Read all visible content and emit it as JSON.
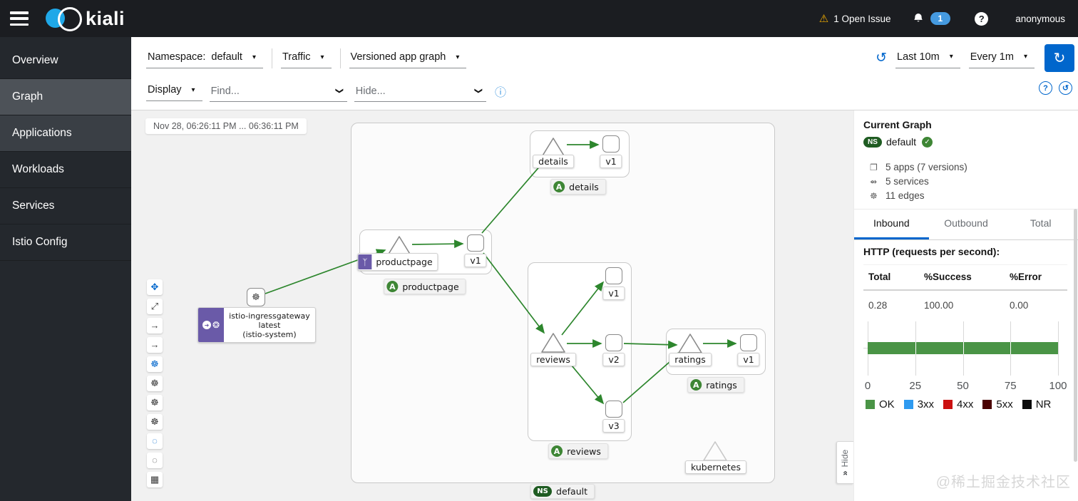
{
  "masthead": {
    "title": "kiali",
    "open_issue": "1 Open Issue",
    "notification_count": "1",
    "help_glyph": "?",
    "username": "anonymous"
  },
  "sidebar": {
    "active": "Graph",
    "items": [
      {
        "label": "Overview"
      },
      {
        "label": "Graph"
      },
      {
        "label": "Applications"
      },
      {
        "label": "Workloads"
      },
      {
        "label": "Services"
      },
      {
        "label": "Istio Config"
      }
    ]
  },
  "toolbar": {
    "namespace_label": "Namespace:",
    "namespace_value": "default",
    "traffic_label": "Traffic",
    "graph_type": "Versioned app graph",
    "display_label": "Display",
    "find_placeholder": "Find...",
    "hide_placeholder": "Hide...",
    "duration": "Last 10m",
    "refresh_interval": "Every 1m"
  },
  "graph": {
    "timebar": "Nov 28, 06:26:11 PM ... 06:36:11 PM",
    "namespace_badge": {
      "abbr": "NS",
      "label": "default"
    },
    "gateway_node": {
      "line1": "istio-ingressgateway",
      "line2": "latest",
      "line3": "(istio-system)"
    },
    "nodes": {
      "details_service": "details",
      "details_v1": "v1",
      "productpage_service": "productpage",
      "productpage_v1": "v1",
      "reviews_service": "reviews",
      "reviews_v1": "v1",
      "reviews_v2": "v2",
      "reviews_v3": "v3",
      "ratings_service": "ratings",
      "ratings_v1": "v1",
      "kubernetes_service": "kubernetes"
    },
    "app_badges": {
      "badge_letter": "A",
      "details": "details",
      "productpage": "productpage",
      "reviews": "reviews",
      "ratings": "ratings"
    }
  },
  "panel": {
    "title": "Current Graph",
    "namespace_abbr": "NS",
    "namespace": "default",
    "check_glyph": "✓",
    "summary": [
      {
        "icon": "applications-icon",
        "text": "5 apps (7 versions)"
      },
      {
        "icon": "services-icon",
        "text": "5 services"
      },
      {
        "icon": "edges-icon",
        "text": "11 edges"
      }
    ],
    "tabs": [
      {
        "label": "Inbound",
        "active": true
      },
      {
        "label": "Outbound",
        "active": false
      },
      {
        "label": "Total",
        "active": false
      }
    ],
    "http_title": "HTTP (requests per second):",
    "table": {
      "headers": [
        "Total",
        "%Success",
        "%Error"
      ],
      "rows": [
        [
          "0.28",
          "100.00",
          "0.00"
        ]
      ]
    },
    "hide_label": "Hide",
    "hide_chevron": "»"
  },
  "chart_data": {
    "type": "bar",
    "orientation": "horizontal",
    "stacked": true,
    "title": "",
    "xlabel": "",
    "ylabel": "",
    "xlim": [
      0,
      100
    ],
    "x_ticks": [
      0,
      25,
      50,
      75,
      100
    ],
    "grid": true,
    "legend_position": "bottom",
    "series": [
      {
        "name": "OK",
        "value": 100,
        "color": "#4a9446"
      },
      {
        "name": "3xx",
        "value": 0,
        "color": "#2e9af0"
      },
      {
        "name": "4xx",
        "value": 0,
        "color": "#cb1010"
      },
      {
        "name": "5xx",
        "value": 0,
        "color": "#4a0000"
      },
      {
        "name": "NR",
        "value": 0,
        "color": "#0b0b0b"
      }
    ]
  },
  "watermark": "@稀土掘金技术社区",
  "icons": {
    "warning": "⚠",
    "caret_down": "▾",
    "chevron": "❯",
    "info": "ⓘ",
    "history": "↺",
    "refresh": "↻",
    "question": "?",
    "settings_sync": "↺",
    "move": "✥",
    "expand": "⤢",
    "arrow_right": "→",
    "hub": "☸",
    "dashed_circle": "◌",
    "map": "▦",
    "applications": "❐",
    "services": "⇴",
    "edges": "☸",
    "branch": "ᛉ",
    "gateway_arrow": "➜",
    "mesh": "❂"
  },
  "colors": {
    "accent_blue": "#0066cc",
    "edge_green": "#2d862d",
    "warning_yellow": "#f0ab00",
    "badge_blue": "#459ae0",
    "ns_green": "#1f5c22",
    "app_green": "#3e8635",
    "purple": "#6a5aa8"
  }
}
